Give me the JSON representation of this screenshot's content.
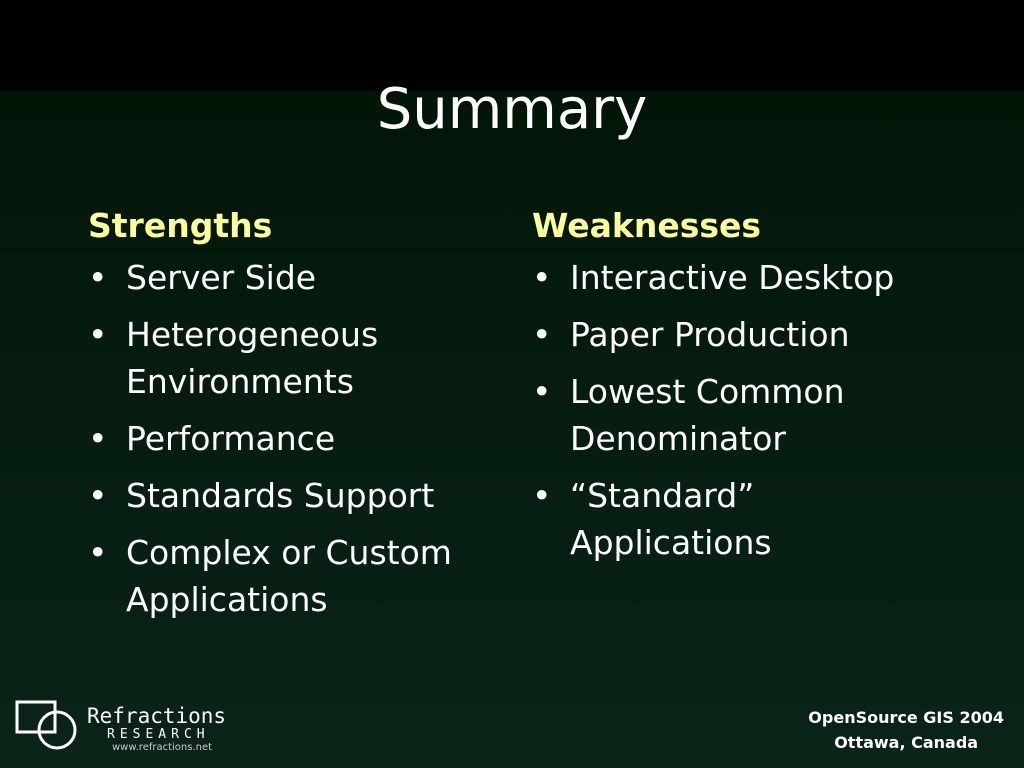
{
  "slide": {
    "title": "Summary",
    "columns": [
      {
        "heading": "Strengths",
        "items": [
          "Server Side",
          "Heterogeneous Environments",
          "Performance",
          "Standards Support",
          "Complex or Custom Applications"
        ]
      },
      {
        "heading": "Weaknesses",
        "items": [
          "Interactive Desktop",
          "Paper Production",
          "Lowest Common Denominator",
          "“Standard” Applications"
        ]
      }
    ],
    "bullet_char": "•",
    "logo": {
      "name": "Refractions",
      "subtitle": "RESEARCH",
      "url": "www.refractions.net",
      "icon": "refractions-logo-icon"
    },
    "footer": {
      "line1": "OpenSource GIS 2004",
      "line2": "Ottawa, Canada"
    },
    "colors": {
      "heading": "#ffff99",
      "text": "#ffffff",
      "background_top": "#000000",
      "background_bottom": "#0a2418"
    }
  }
}
